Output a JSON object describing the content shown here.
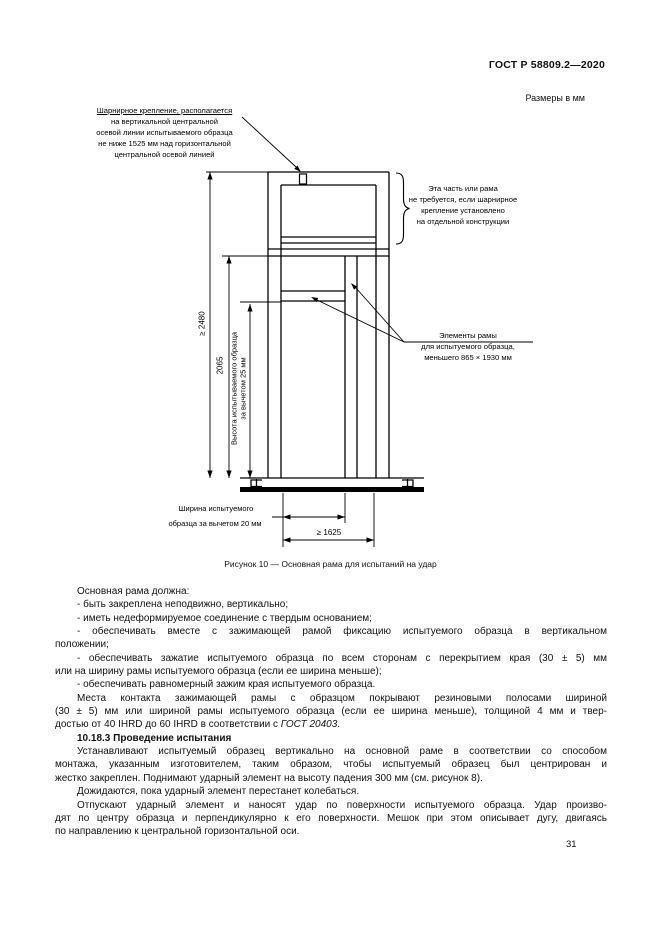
{
  "page": {
    "doc_number": "ГОСТ Р 58809.2—2020",
    "units_note": "Размеры в мм",
    "page_number": "31"
  },
  "figure": {
    "caption": "Рисунок 10 — Основная рама для испытаний на удар",
    "hinge_note": {
      "l1": "Шарнирное крепление, располагается",
      "l2": "на вертикальной центральной",
      "l3": "осевой линии испытываемого образца",
      "l4": "не ниже 1525 мм над горизонтальной",
      "l5": "центральной осевой линией"
    },
    "top_part_note": {
      "l1": "Эта часть или рама",
      "l2": "не требуется, если шарнирное",
      "l3": "крепление установлено",
      "l4": "на отдельной конструкции"
    },
    "frame_elements_note": {
      "l1": "Элементы рамы",
      "l2": "для испытуемого образца,",
      "l3": "меньшего 865 × 1930 мм"
    },
    "dims": {
      "total_height": "≥ 2480",
      "mid_height": "2065",
      "spec_height_1": "Высота испытываемого образца",
      "spec_height_2": "за вычетом 25 мм",
      "spec_width_1": "Ширина испытуемого",
      "spec_width_2": "образца за вычетом 20 мм",
      "total_width": "≥ 1625"
    }
  },
  "body": {
    "l1": "Основная рама должна:",
    "l2": "- быть закреплена неподвижно, вертикально;",
    "l3": "- иметь недеформируемое соединение с твердым основанием;",
    "l4": "- обеспечивать вместе с зажимающей рамой фиксацию испытуемого образца в вертикальном",
    "l5": "положении;",
    "l6": "- обеспечивать зажатие испытуемого образца по всем сторонам с перекрытием края (30 ± 5) мм",
    "l7": "или на ширину рамы испытуемого образца (если ее ширина меньше);",
    "l8": "- обеспечивать равномерный зажим края испытуемого образца.",
    "l9": "Места контакта зажимающей рамы с образцом покрывают резиновыми полосами шириной",
    "l10": "(30 ± 5) мм или шириной рамы испытуемого образца (если ее ширина меньше), толщиной 4 мм и твер-",
    "l11_before": "достью от 40 IHRD до 60 IHRD в соответствии с ",
    "l11_ref": "ГОСТ 20403",
    "l11_after": ".",
    "l12": "10.18.3 Проведение испытания",
    "l13": "Устанавливают испытуемый образец вертикально на основной раме в соответствии со способом",
    "l14": "монтажа, указанным изготовителем, таким образом, чтобы испытуемый образец был центрирован и",
    "l15": "жестко закреплен. Поднимают ударный элемент на высоту падения 300 мм (см. рисунок 8).",
    "l16": "Дожидаются, пока ударный элемент перестанет колебаться.",
    "l17": "Отпускают ударный элемент и наносят удар по поверхности испытуемого образца. Удар произво-",
    "l18": "дят по центру образца и перпендикулярно к его поверхности. Мешок при этом описывает дугу, двигаясь",
    "l19": "по направлению к центральной горизонтальной оси."
  }
}
